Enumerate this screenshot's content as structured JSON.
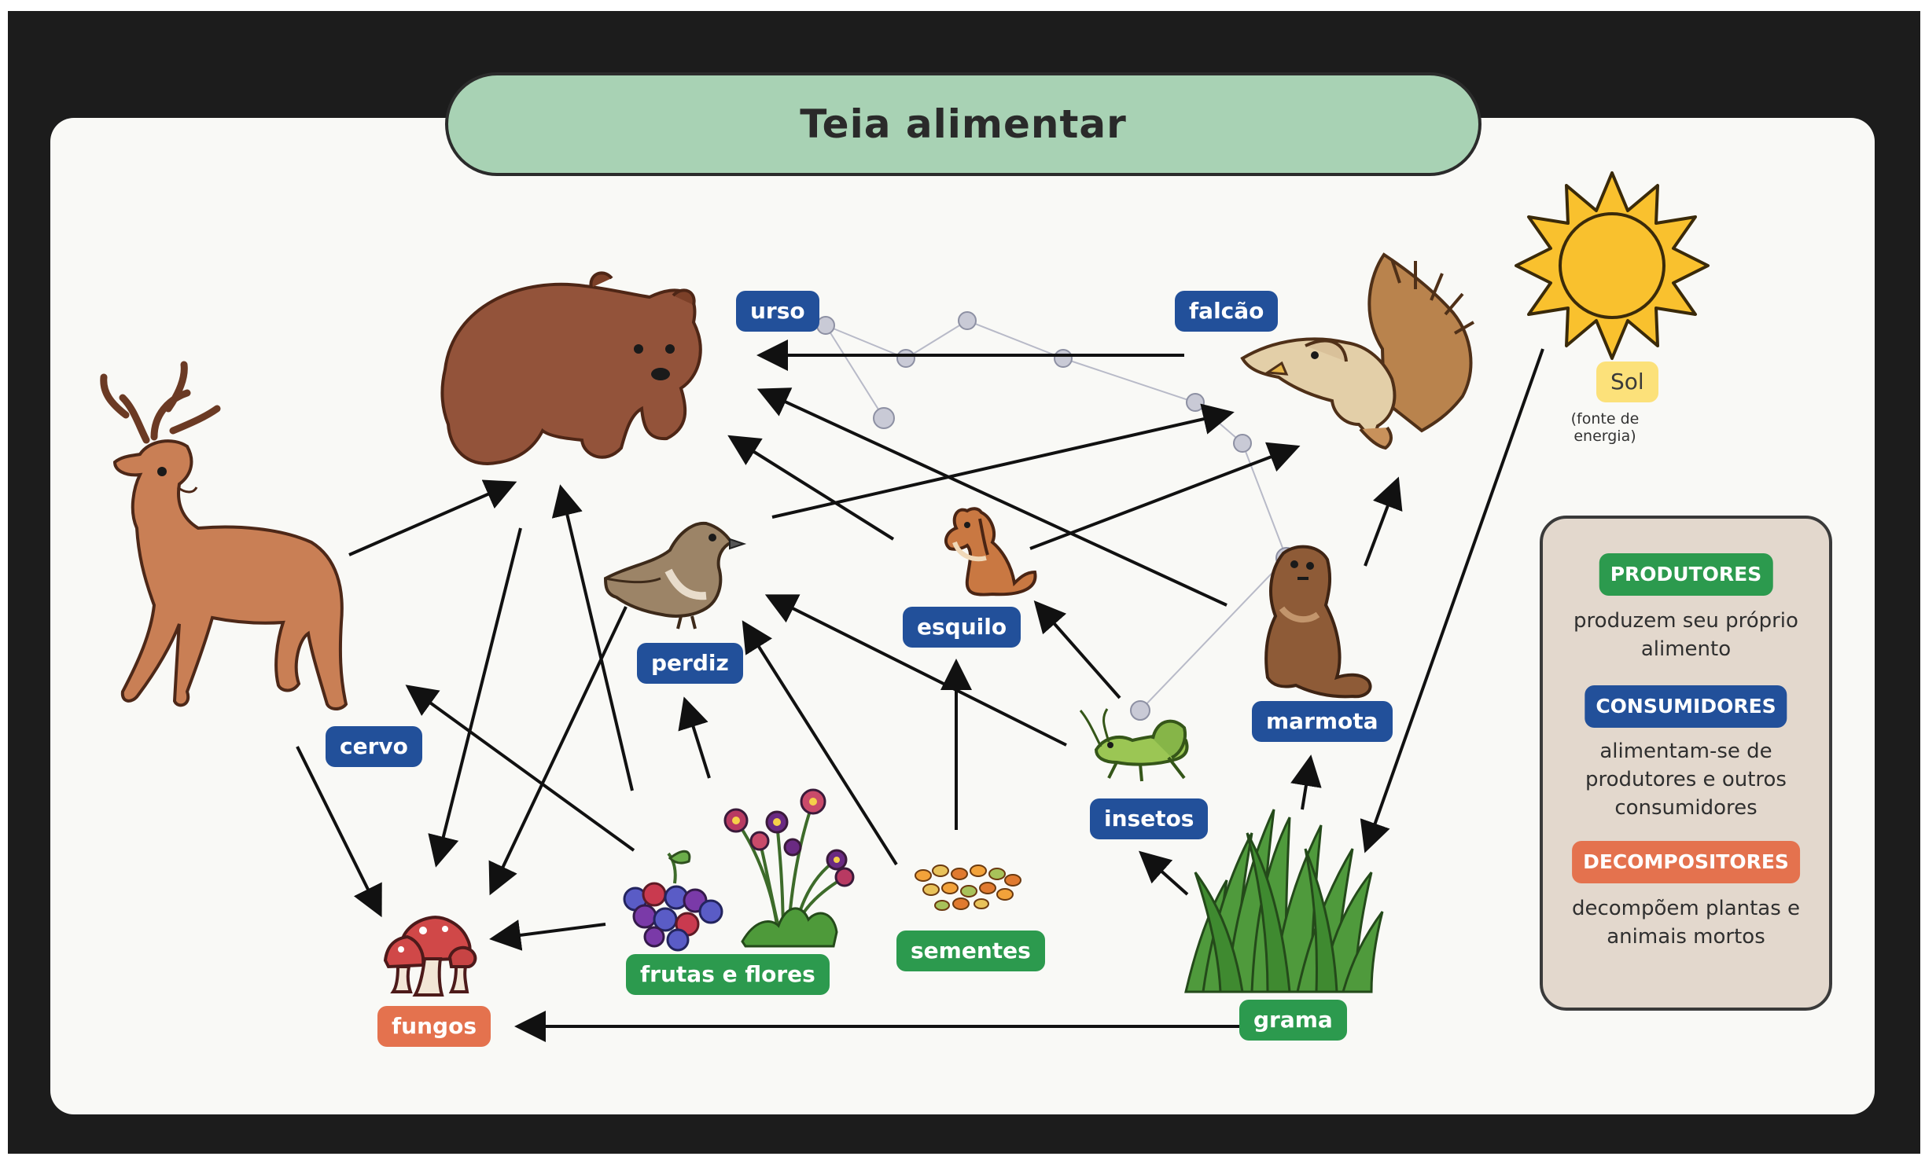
{
  "title": "Teia alimentar",
  "labels": {
    "urso": "urso",
    "falcao": "falcão",
    "cervo": "cervo",
    "perdiz": "perdiz",
    "esquilo": "esquilo",
    "marmota": "marmota",
    "insetos": "insetos",
    "fungos": "fungos",
    "frutas": "frutas e flores",
    "sementes": "sementes",
    "grama": "grama",
    "sol": "Sol"
  },
  "sun_note": "(fonte de energia)",
  "legend": {
    "produtores": {
      "label": "PRODUTORES",
      "text": "produzem seu próprio alimento"
    },
    "consumidores": {
      "label": "CONSUMIDORES",
      "text": "alimentam-se de produtores e outros consumidores"
    },
    "decompositores": {
      "label": "DECOMPOSITORES",
      "text": "decompõem plantas e animais mortos"
    }
  },
  "colors": {
    "produtor": "#2c9a4e",
    "consumidor": "#22509a",
    "decompositor": "#e4724e",
    "titulo": "#a8d2b4",
    "fundo": "#1c1c1c",
    "legenda": "#e3d8cd"
  },
  "icons": [
    "bear-icon",
    "hawk-icon",
    "deer-icon",
    "partridge-icon",
    "squirrel-icon",
    "marmot-icon",
    "grasshopper-icon",
    "mushroom-icon",
    "berries-icon",
    "flowers-icon",
    "seeds-icon",
    "grass-icon",
    "sun-icon"
  ]
}
